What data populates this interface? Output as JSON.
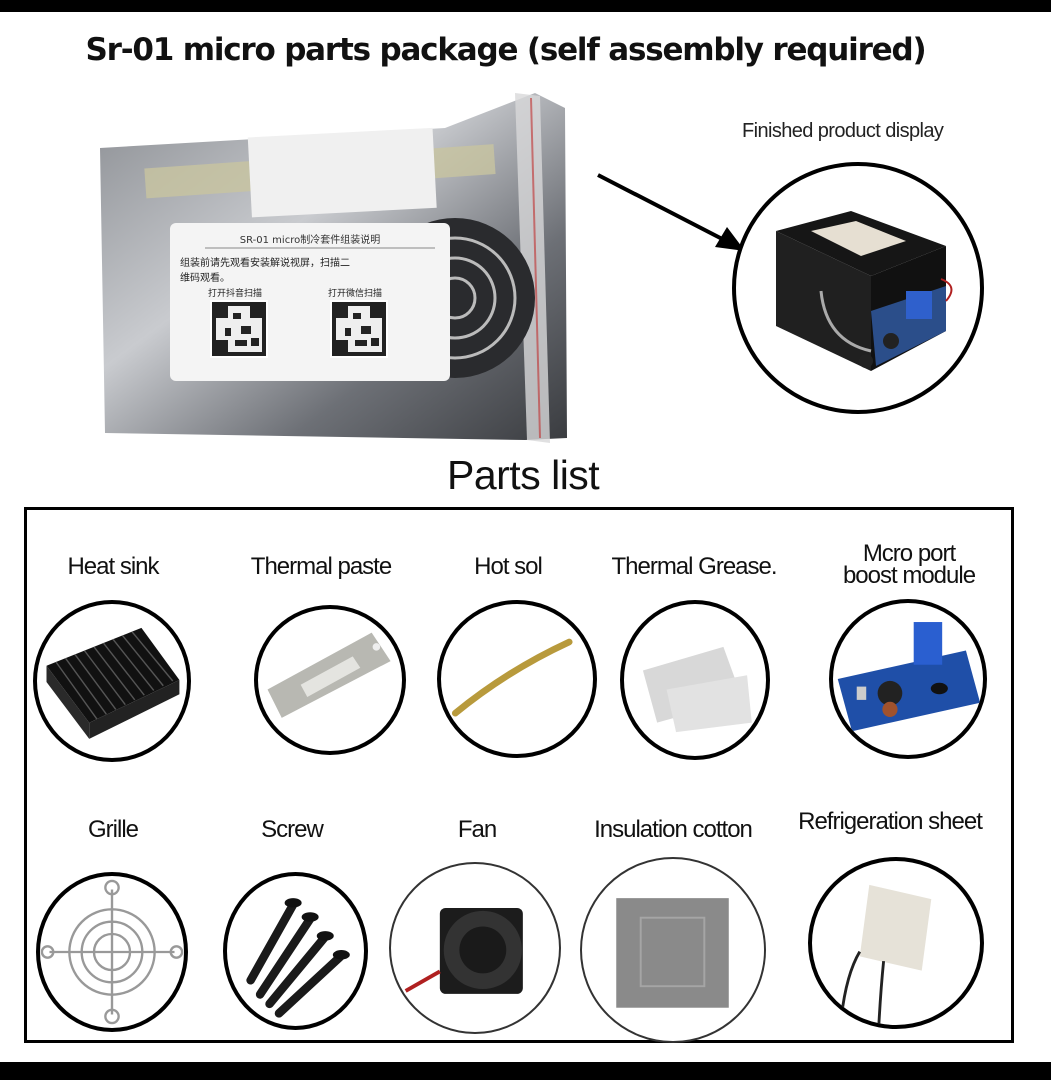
{
  "title": "Sr-01 micro parts package (self assembly required)",
  "package_photo": {
    "label_heading": "SR-01 micro制冷套件组装说明",
    "label_line1": "组装前请先观看安装解说视屏，扫描二",
    "label_line2": "维码观看。",
    "qr_left_caption": "打开抖音扫描",
    "qr_right_caption": "打开微信扫描"
  },
  "finished_product": {
    "label": "Finished product display"
  },
  "parts_list": {
    "title": "Parts list",
    "items": [
      {
        "label": "Heat sink",
        "image": "heat-sink"
      },
      {
        "label": "Thermal paste",
        "image": "thermal-paste"
      },
      {
        "label": "Hot sol",
        "image": "hot-sol"
      },
      {
        "label": "Thermal Grease.",
        "image": "thermal-grease"
      },
      {
        "label_line1": "Mcro port",
        "label_line2": "boost module",
        "image": "boost-module"
      },
      {
        "label": "Grille",
        "image": "grille"
      },
      {
        "label": "Screw",
        "image": "screw"
      },
      {
        "label": "Fan",
        "image": "fan"
      },
      {
        "label": "Insulation cotton",
        "image": "insulation-cotton"
      },
      {
        "label": "Refrigeration sheet",
        "image": "refrigeration-sheet"
      }
    ]
  },
  "colors": {
    "background": "#ffffff",
    "border": "#000000",
    "text": "#111111",
    "boost_pcb_blue": "#1f4fa8",
    "potentiometer_blue": "#2a5fd0",
    "wire_red": "#b02020",
    "hot_sol_gold": "#b89a3c"
  }
}
